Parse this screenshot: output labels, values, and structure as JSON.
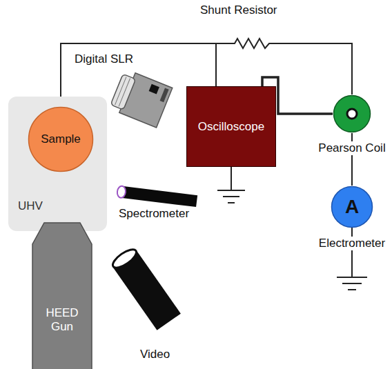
{
  "diagram": {
    "nodes": [
      {
        "text": [
          "UHV"
        ]
      },
      {
        "text": [
          "Sample"
        ],
        "in": 0
      },
      {
        "text": [
          "HEED Gun"
        ]
      },
      {
        "text": [
          "Oscilloscope"
        ]
      },
      {
        "text": [
          "Pearson Coil"
        ]
      },
      {
        "text": [
          "A",
          "Electrometer"
        ]
      }
    ],
    "edges": [
      {
        "from": 1,
        "to": 3,
        "arrow": "none"
      },
      {
        "from": 1,
        "to": 4,
        "arrow": "none"
      },
      {
        "from": 3,
        "to": 4,
        "arrow": "none"
      },
      {
        "from": 4,
        "to": 5,
        "arrow": "none"
      },
      {
        "from": 2,
        "to": 1,
        "arrow": "none"
      }
    ],
    "labels": [
      "Shunt Resistor",
      "Digital SLR",
      "Spectrometer",
      "Video"
    ]
  }
}
